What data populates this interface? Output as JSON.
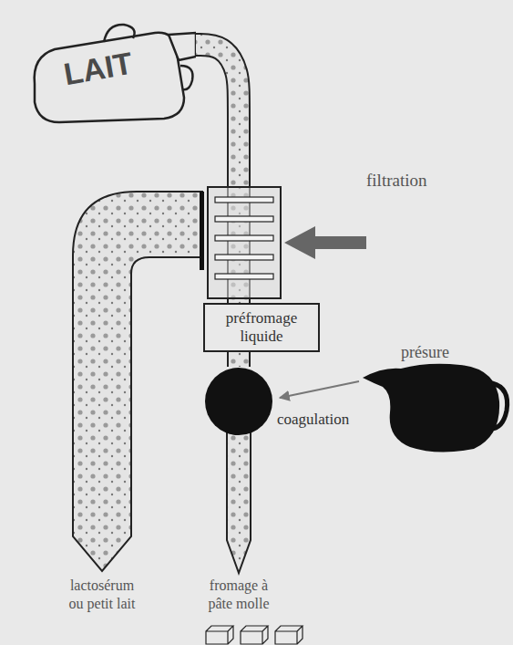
{
  "diagram": {
    "nodes": [
      {
        "text": [
          "LAIT"
        ]
      },
      {
        "text": [
          "préfromage liquide"
        ]
      },
      {
        "text": [
          "coagulation"
        ]
      }
    ],
    "edges": [
      {
        "from": 0,
        "to": 1,
        "arrow": "none"
      },
      {
        "from": 1,
        "to": 2,
        "arrow": "none"
      }
    ],
    "labels": [
      "filtration",
      "présure",
      "lactosérum ou petit lait",
      "fromage à pâte molle"
    ]
  }
}
